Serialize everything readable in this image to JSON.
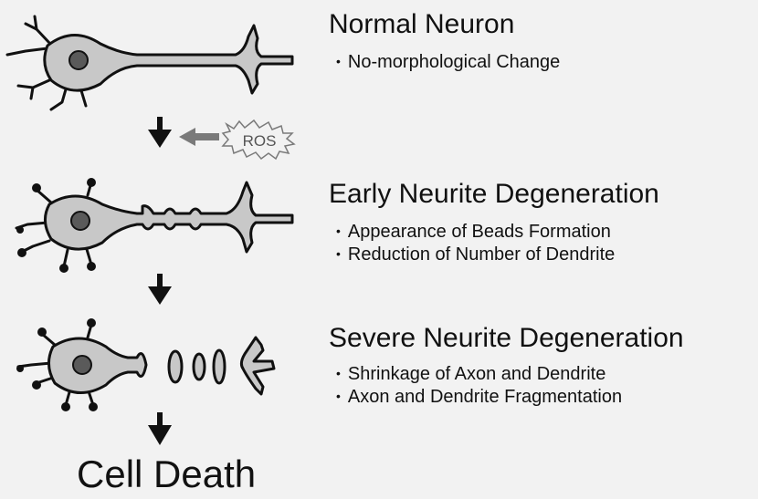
{
  "stages": [
    {
      "title": "Normal Neuron",
      "bullets": [
        "No-morphological Change"
      ]
    },
    {
      "title": "Early Neurite Degeneration",
      "bullets": [
        "Appearance of Beads Formation",
        "Reduction of Number of Dendrite"
      ]
    },
    {
      "title": "Severe Neurite Degeneration",
      "bullets": [
        "Shrinkage of Axon and Dendrite",
        "Axon and Dendrite Fragmentation"
      ]
    }
  ],
  "ros_label": "ROS",
  "outcome": "Cell Death",
  "colors": {
    "background": "#f2f2f2",
    "cell_fill": "#c8c8c8",
    "nucleus": "#5a5a5a",
    "outline": "#111111",
    "ros_arrow": "#7a7a7a"
  },
  "icons": [
    "neuron-normal",
    "neuron-early-degeneration",
    "neuron-severe-degeneration",
    "down-arrow",
    "ros-arrow",
    "ros-starburst"
  ]
}
